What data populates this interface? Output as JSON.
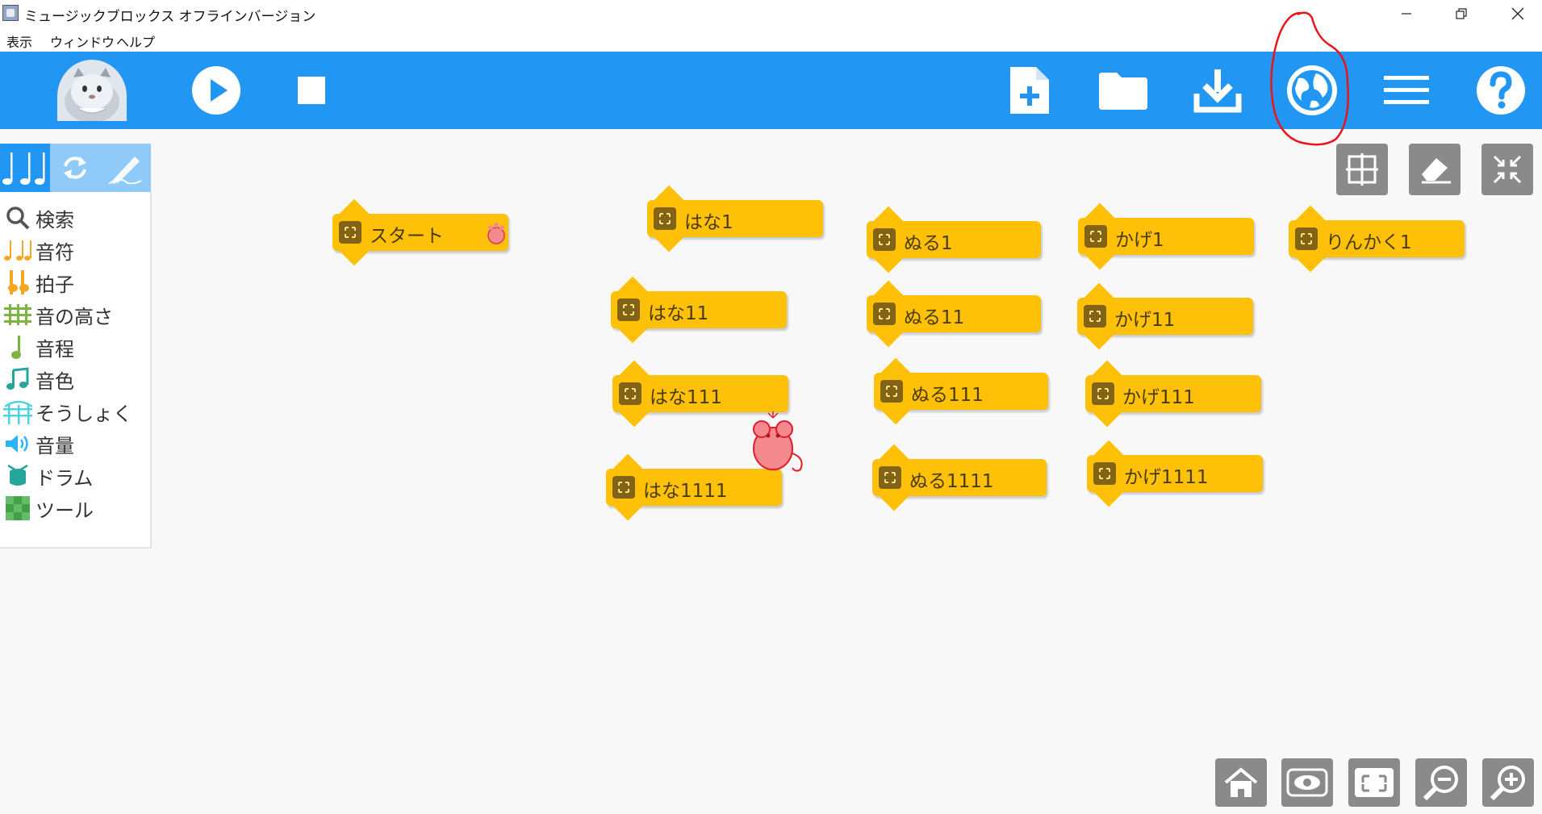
{
  "window": {
    "title": "ミュージックブロックス オフラインバージョン",
    "minimize": "—",
    "restore": "❐",
    "close": "✕"
  },
  "menu": [
    "表示",
    "ウィンドウ",
    "ヘルプ"
  ],
  "toolbar": {
    "accent": "#2196f3",
    "buttons": [
      "avatar",
      "play-icon",
      "stop-icon",
      "new-file-icon",
      "folder-icon",
      "download-icon",
      "globe-icon",
      "menu-icon",
      "help-icon"
    ]
  },
  "palette": {
    "tabs": [
      "music-notes-icon",
      "refresh-icon",
      "pen-icon"
    ],
    "items": [
      {
        "label": "検索",
        "icon": "search-icon"
      },
      {
        "label": "音符",
        "icon": "notes-icon"
      },
      {
        "label": "拍子",
        "icon": "meter-icon"
      },
      {
        "label": "音の高さ",
        "icon": "pitch-icon"
      },
      {
        "label": "音程",
        "icon": "interval-icon"
      },
      {
        "label": "音色",
        "icon": "tone-icon"
      },
      {
        "label": "そうしょく",
        "icon": "ornament-icon"
      },
      {
        "label": "音量",
        "icon": "volume-icon"
      },
      {
        "label": "ドラム",
        "icon": "drum-icon"
      },
      {
        "label": "ツール",
        "icon": "tool-icon"
      }
    ]
  },
  "blocks": {
    "start": "スタート",
    "hana1": "はな1",
    "hana11": "はな11",
    "hana111": "はな111",
    "hana1111": "はな1111",
    "nuru1": "ぬる1",
    "nuru11": "ぬる11",
    "nuru111": "ぬる111",
    "nuru1111": "ぬる1111",
    "kage1": "かげ1",
    "kage11": "かげ11",
    "kage111": "かげ111",
    "kage1111": "かげ1111",
    "rinkaku1": "りんかく1",
    "color": "#ffc107"
  },
  "canvas_tools": [
    "grid-icon",
    "eraser-icon",
    "collapse-icon"
  ],
  "bottom_controls": [
    "home-icon",
    "eye-icon",
    "expand-icon",
    "zoom-out-icon",
    "zoom-in-icon"
  ],
  "annotation_color": "#e8151b"
}
